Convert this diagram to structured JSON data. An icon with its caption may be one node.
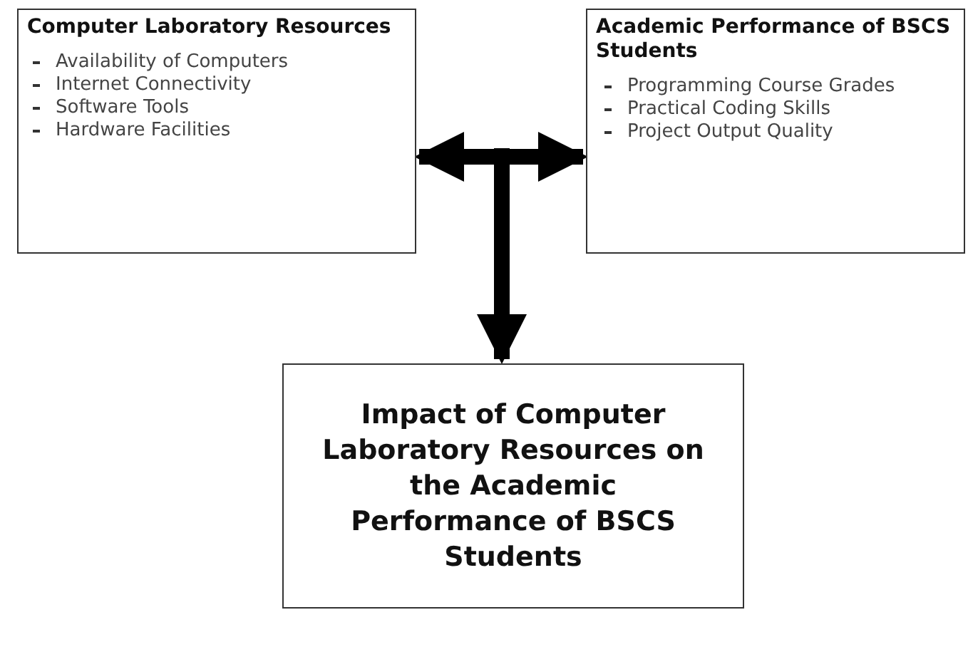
{
  "diagram": {
    "nodes": [
      {
        "text": [
          "Computer Laboratory Resources",
          "Availability of Computers",
          "Internet Connectivity",
          "Software Tools",
          "Hardware Facilities"
        ]
      },
      {
        "text": [
          "Academic Performance of BSCS Students",
          "Programming Course Grades",
          "Practical Coding Skills",
          "Project Output Quality"
        ]
      },
      {
        "text": [
          "Impact of Computer Laboratory Resources on the Academic Performance of BSCS Students"
        ]
      }
    ],
    "edges": [
      {
        "from": 0,
        "to": 1,
        "arrow": "both"
      },
      {
        "from": null,
        "to": 2,
        "arrow": "to"
      }
    ]
  }
}
